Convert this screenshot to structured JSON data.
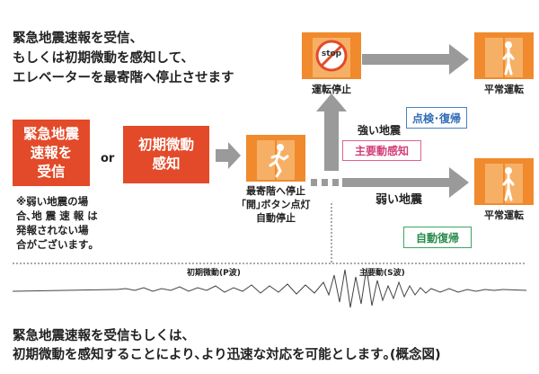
{
  "intro": {
    "line1": "緊急地震速報を受信、",
    "line2": "もしくは初期微動を感知して、",
    "line3": "エレベーターを最寄階へ停止させます"
  },
  "triggers": {
    "eew_line1": "緊急地震",
    "eew_line2": "速報を",
    "eew_line3": "受信",
    "or_label": "or",
    "initial_line1": "初期微動",
    "initial_line2": "感知"
  },
  "note": {
    "line1": "※弱い地震の場",
    "line2": "合､地 震 速 報 は",
    "line3": "発報されない場",
    "line4": "合がございます｡"
  },
  "stop_nearest": {
    "line1": "最寄階へ停止",
    "line2": "｢開｣ボタン点灯",
    "line3": "自動停止"
  },
  "operation_stop": {
    "label": "運転停止",
    "sign": "stop"
  },
  "strong_quake": {
    "label": "強い地震",
    "badge": "主要動感知"
  },
  "inspection": {
    "label": "点検･復帰"
  },
  "normal_top": {
    "label": "平常運転"
  },
  "weak_quake": {
    "label": "弱い地震"
  },
  "auto_recovery": {
    "label": "自動復帰"
  },
  "normal_bottom": {
    "label": "平常運転"
  },
  "waves": {
    "p_wave": "初期微動(P波)",
    "s_wave": "主要動(S波)"
  },
  "footer": {
    "line1": "緊急地震速報を受信もしくは、",
    "line2": "初期微動を感知することにより､より迅速な対応を可能とします｡(概念図)"
  },
  "colors": {
    "accent_red": "#e34a29",
    "elevator_orange": "#f08a2d",
    "arrow_gray": "#9a9a9a",
    "inspection_blue": "#2f6bb5",
    "strong_pink": "#d23f77",
    "recovery_green": "#2a8c4c"
  }
}
